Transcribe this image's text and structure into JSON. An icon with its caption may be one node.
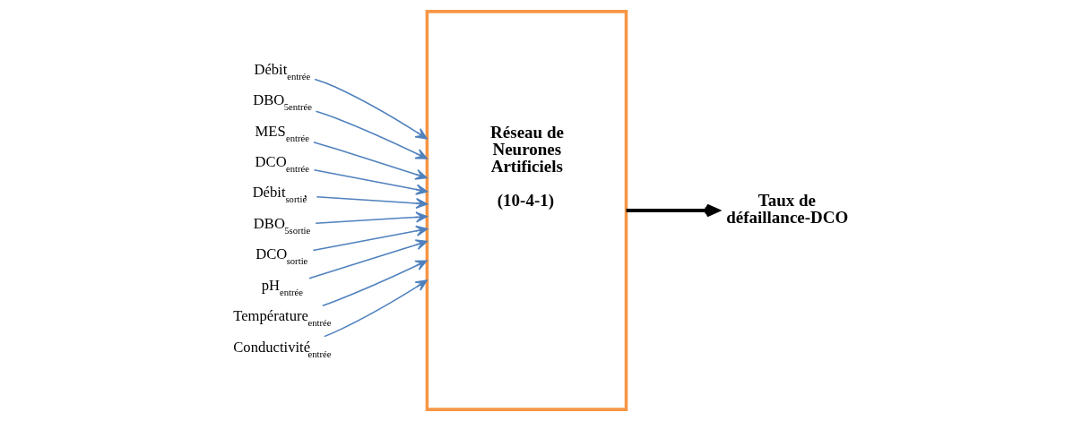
{
  "diagram": {
    "nodes": [
      {
        "text": [
          "Débit$_{entrée}$"
        ]
      },
      {
        "text": [
          "DBO$_{5entrée}$"
        ]
      },
      {
        "text": [
          "MES$_{entrée}$"
        ]
      },
      {
        "text": [
          "DCO$_{entrée}$"
        ]
      },
      {
        "text": [
          "Débit$_{sortie}$,"
        ]
      },
      {
        "text": [
          "DBO$_{5sortie}$"
        ]
      },
      {
        "text": [
          "DCO$_{sortie}$"
        ]
      },
      {
        "text": [
          "pH$_{entrée}$"
        ]
      },
      {
        "text": [
          "Température$_{entrée}$"
        ]
      },
      {
        "text": [
          "Conductivité$_{entrée}$"
        ]
      },
      {
        "text": [
          "Réseau de Neurones Artificiels",
          "(10-4-1)"
        ]
      },
      {
        "text": [
          "Taux de défaillance-DCO"
        ]
      }
    ],
    "edges": [
      {
        "from": 0,
        "to": 10,
        "arrow": "to"
      },
      {
        "from": 1,
        "to": 10,
        "arrow": "to"
      },
      {
        "from": 2,
        "to": 10,
        "arrow": "to"
      },
      {
        "from": 3,
        "to": 10,
        "arrow": "to"
      },
      {
        "from": 4,
        "to": 10,
        "arrow": "to"
      },
      {
        "from": 5,
        "to": 10,
        "arrow": "to"
      },
      {
        "from": 6,
        "to": 10,
        "arrow": "to"
      },
      {
        "from": 7,
        "to": 10,
        "arrow": "to"
      },
      {
        "from": 8,
        "to": 10,
        "arrow": "to"
      },
      {
        "from": 9,
        "to": 10,
        "arrow": "to"
      },
      {
        "from": 10,
        "to": 11,
        "arrow": "to",
        "style": "thick",
        "color": "#000000"
      }
    ]
  }
}
